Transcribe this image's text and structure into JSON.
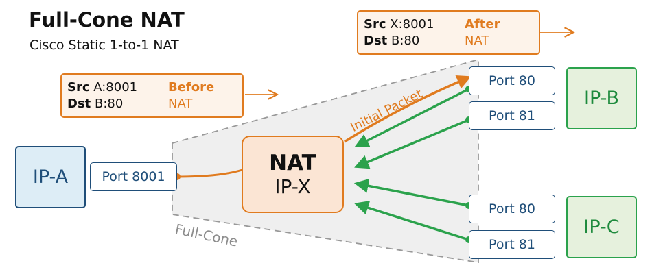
{
  "title": "Full-Cone NAT",
  "subtitle": "Cisco Static 1-to-1 NAT",
  "before_packet": {
    "src_label": "Src",
    "src_value": "A:8001",
    "dst_label": "Dst",
    "dst_value": "B:80",
    "tag_line1": "Before",
    "tag_line2": "NAT"
  },
  "after_packet": {
    "src_label": "Src",
    "src_value": "X:8001",
    "dst_label": "Dst",
    "dst_value": "B:80",
    "tag_line1": "After",
    "tag_line2": "NAT"
  },
  "host_a": {
    "label": "IP-A",
    "port": "Port 8001"
  },
  "nat": {
    "title": "NAT",
    "ip": "IP-X"
  },
  "host_b": {
    "label": "IP-B",
    "ports": [
      "Port 80",
      "Port 81"
    ]
  },
  "host_c": {
    "label": "IP-C",
    "ports": [
      "Port 80",
      "Port 81"
    ]
  },
  "cone_label": "Full-Cone",
  "initial_packet_label": "Initial Packet",
  "colors": {
    "orange": "#e07b1f",
    "green": "#2ba24c",
    "navy": "#1f4e79",
    "cone_fill": "#efefef",
    "cone_stroke": "#999999"
  }
}
